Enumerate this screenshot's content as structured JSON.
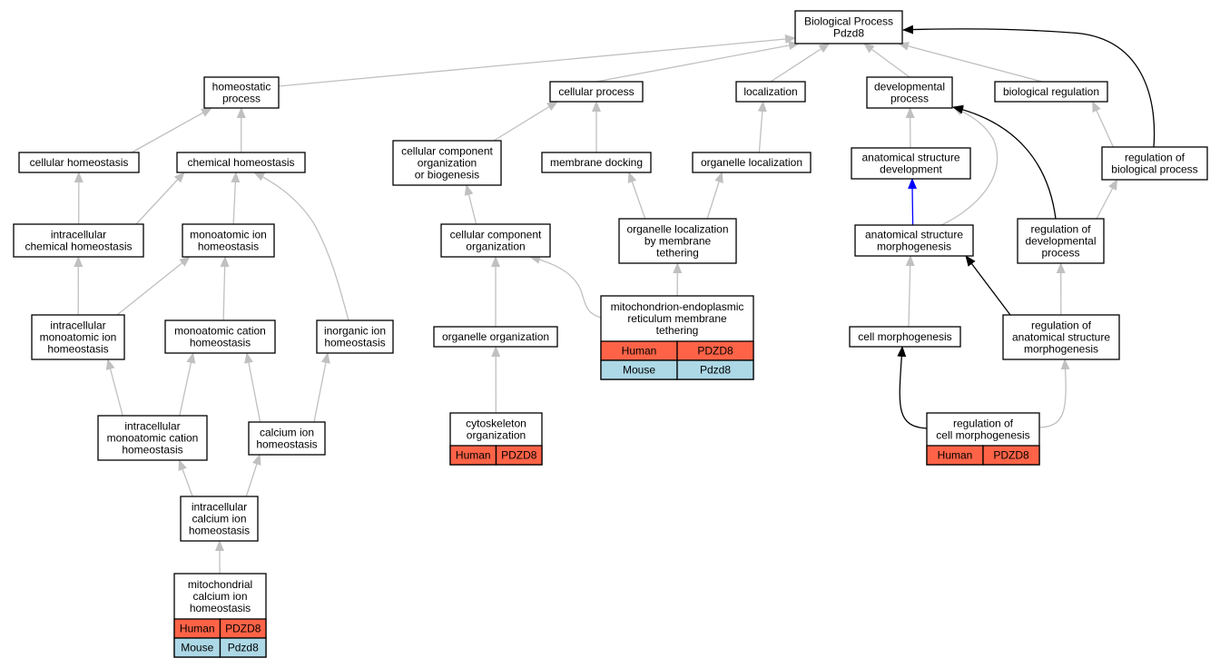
{
  "colors": {
    "gray_edge": "#c0c0c0",
    "black_edge": "#000000",
    "blue_edge": "#0000ff",
    "human_cell": "#ff6347",
    "mouse_cell": "#add8e6"
  },
  "nodes": [
    {
      "id": "bp",
      "lines": [
        "Biological Process",
        "Pdzd8"
      ]
    },
    {
      "id": "homeostatic",
      "lines": [
        "homeostatic",
        "process"
      ]
    },
    {
      "id": "cellular_process",
      "lines": [
        "cellular process"
      ]
    },
    {
      "id": "localization",
      "lines": [
        "localization"
      ]
    },
    {
      "id": "developmental",
      "lines": [
        "developmental",
        "process"
      ]
    },
    {
      "id": "bio_reg",
      "lines": [
        "biological regulation"
      ]
    },
    {
      "id": "cellular_homeo",
      "lines": [
        "cellular homeostasis"
      ]
    },
    {
      "id": "chemical_homeo",
      "lines": [
        "chemical homeostasis"
      ]
    },
    {
      "id": "ccob",
      "lines": [
        "cellular component",
        "organization",
        "or biogenesis"
      ]
    },
    {
      "id": "membrane_docking",
      "lines": [
        "membrane docking"
      ]
    },
    {
      "id": "organelle_loc",
      "lines": [
        "organelle localization"
      ]
    },
    {
      "id": "asd",
      "lines": [
        "anatomical structure",
        "development"
      ]
    },
    {
      "id": "reg_bp",
      "lines": [
        "regulation of",
        "biological process"
      ]
    },
    {
      "id": "intra_chem",
      "lines": [
        "intracellular",
        "chemical homeostasis"
      ]
    },
    {
      "id": "mono_ion",
      "lines": [
        "monoatomic ion",
        "homeostasis"
      ]
    },
    {
      "id": "cco",
      "lines": [
        "cellular component",
        "organization"
      ]
    },
    {
      "id": "olmt",
      "lines": [
        "organelle localization",
        "by membrane",
        "tethering"
      ]
    },
    {
      "id": "asm",
      "lines": [
        "anatomical structure",
        "morphogenesis"
      ]
    },
    {
      "id": "reg_dev",
      "lines": [
        "regulation of",
        "developmental",
        "process"
      ]
    },
    {
      "id": "intra_mono_ion",
      "lines": [
        "intracellular",
        "monoatomic ion",
        "homeostasis"
      ]
    },
    {
      "id": "mono_cation",
      "lines": [
        "monoatomic cation",
        "homeostasis"
      ]
    },
    {
      "id": "inorganic_ion",
      "lines": [
        "inorganic ion",
        "homeostasis"
      ]
    },
    {
      "id": "organelle_org",
      "lines": [
        "organelle organization"
      ]
    },
    {
      "id": "cell_morph",
      "lines": [
        "cell morphogenesis"
      ]
    },
    {
      "id": "reg_asm",
      "lines": [
        "regulation of",
        "anatomical structure",
        "morphogenesis"
      ]
    },
    {
      "id": "intra_mono_cation",
      "lines": [
        "intracellular",
        "monoatomic cation",
        "homeostasis"
      ]
    },
    {
      "id": "calcium_ion",
      "lines": [
        "calcium ion",
        "homeostasis"
      ]
    },
    {
      "id": "intra_calcium",
      "lines": [
        "intracellular",
        "calcium ion",
        "homeostasis"
      ]
    },
    {
      "id": "mito_er",
      "lines": [
        "mitochondrion-endoplasmic",
        "reticulum membrane",
        "tethering"
      ],
      "genes": [
        {
          "species": "Human",
          "gene": "PDZD8"
        },
        {
          "species": "Mouse",
          "gene": "Pdzd8"
        }
      ]
    },
    {
      "id": "cytoskeleton",
      "lines": [
        "cytoskeleton",
        "organization"
      ],
      "genes": [
        {
          "species": "Human",
          "gene": "PDZD8"
        }
      ]
    },
    {
      "id": "reg_cell_morph",
      "lines": [
        "regulation of",
        "cell morphogenesis"
      ],
      "genes": [
        {
          "species": "Human",
          "gene": "PDZD8"
        }
      ]
    },
    {
      "id": "mito_calcium",
      "lines": [
        "mitochondrial",
        "calcium ion",
        "homeostasis"
      ],
      "genes": [
        {
          "species": "Human",
          "gene": "PDZD8"
        },
        {
          "species": "Mouse",
          "gene": "Pdzd8"
        }
      ]
    }
  ],
  "edges": [
    {
      "from": "homeostatic",
      "to": "bp",
      "color": "gray"
    },
    {
      "from": "cellular_process",
      "to": "bp",
      "color": "gray"
    },
    {
      "from": "localization",
      "to": "bp",
      "color": "gray"
    },
    {
      "from": "developmental",
      "to": "bp",
      "color": "gray"
    },
    {
      "from": "bio_reg",
      "to": "bp",
      "color": "gray"
    },
    {
      "from": "reg_bp",
      "to": "bp",
      "color": "black"
    },
    {
      "from": "cellular_homeo",
      "to": "homeostatic",
      "color": "gray"
    },
    {
      "from": "chemical_homeo",
      "to": "homeostatic",
      "color": "gray"
    },
    {
      "from": "ccob",
      "to": "cellular_process",
      "color": "gray"
    },
    {
      "from": "membrane_docking",
      "to": "cellular_process",
      "color": "gray"
    },
    {
      "from": "organelle_loc",
      "to": "localization",
      "color": "gray"
    },
    {
      "from": "asd",
      "to": "developmental",
      "color": "gray"
    },
    {
      "from": "asm",
      "to": "developmental",
      "color": "gray"
    },
    {
      "from": "reg_dev",
      "to": "developmental",
      "color": "black"
    },
    {
      "from": "reg_bp",
      "to": "bio_reg",
      "color": "gray"
    },
    {
      "from": "intra_chem",
      "to": "cellular_homeo",
      "color": "gray"
    },
    {
      "from": "intra_chem",
      "to": "chemical_homeo",
      "color": "gray"
    },
    {
      "from": "mono_ion",
      "to": "chemical_homeo",
      "color": "gray"
    },
    {
      "from": "inorganic_ion",
      "to": "chemical_homeo",
      "color": "gray"
    },
    {
      "from": "cco",
      "to": "ccob",
      "color": "gray"
    },
    {
      "from": "olmt",
      "to": "membrane_docking",
      "color": "gray"
    },
    {
      "from": "olmt",
      "to": "organelle_loc",
      "color": "gray"
    },
    {
      "from": "asm",
      "to": "asd",
      "color": "blue"
    },
    {
      "from": "reg_dev",
      "to": "reg_bp",
      "color": "gray"
    },
    {
      "from": "intra_mono_ion",
      "to": "intra_chem",
      "color": "gray"
    },
    {
      "from": "intra_mono_ion",
      "to": "mono_ion",
      "color": "gray"
    },
    {
      "from": "mono_cation",
      "to": "mono_ion",
      "color": "gray"
    },
    {
      "from": "organelle_org",
      "to": "cco",
      "color": "gray"
    },
    {
      "from": "mito_er",
      "to": "cco",
      "color": "gray"
    },
    {
      "from": "mito_er",
      "to": "olmt",
      "color": "gray"
    },
    {
      "from": "cell_morph",
      "to": "asm",
      "color": "gray"
    },
    {
      "from": "reg_asm",
      "to": "asm",
      "color": "black"
    },
    {
      "from": "reg_asm",
      "to": "reg_dev",
      "color": "gray"
    },
    {
      "from": "intra_mono_cation",
      "to": "intra_mono_ion",
      "color": "gray"
    },
    {
      "from": "intra_mono_cation",
      "to": "mono_cation",
      "color": "gray"
    },
    {
      "from": "calcium_ion",
      "to": "mono_cation",
      "color": "gray"
    },
    {
      "from": "calcium_ion",
      "to": "inorganic_ion",
      "color": "gray"
    },
    {
      "from": "cytoskeleton",
      "to": "organelle_org",
      "color": "gray"
    },
    {
      "from": "reg_cell_morph",
      "to": "cell_morph",
      "color": "black"
    },
    {
      "from": "reg_cell_morph",
      "to": "reg_asm",
      "color": "gray"
    },
    {
      "from": "intra_calcium",
      "to": "intra_mono_cation",
      "color": "gray"
    },
    {
      "from": "intra_calcium",
      "to": "calcium_ion",
      "color": "gray"
    },
    {
      "from": "mito_calcium",
      "to": "intra_calcium",
      "color": "gray"
    }
  ]
}
